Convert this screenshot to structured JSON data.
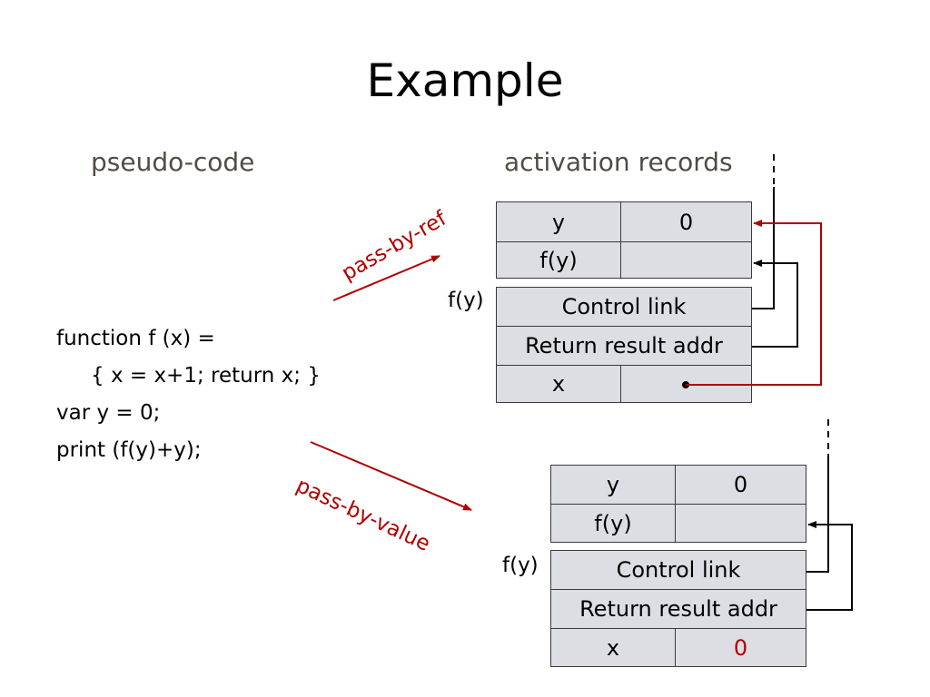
{
  "slide": {
    "title": "Example",
    "left_heading": "pseudo-code",
    "right_heading": "activation records"
  },
  "code": {
    "lines": [
      "function f (x) =",
      "{ x = x+1; return x;  }",
      "var y = 0;",
      "print (f(y)+y);"
    ]
  },
  "labels": {
    "pass_by_ref": "pass-by-ref",
    "pass_by_value": "pass-by-value",
    "frame_label": "f(y)"
  },
  "top_records": {
    "y_name": "y",
    "y_value": "0",
    "fy_name": "f(y)",
    "control_link": "Control link",
    "return_addr": "Return  result addr",
    "x_name": "x"
  },
  "bottom_records": {
    "y_name": "y",
    "y_value": "0",
    "fy_name": "f(y)",
    "control_link": "Control link",
    "return_addr": "Return  result addr",
    "x_name": "x",
    "x_value": "0"
  },
  "colors": {
    "arrow_red": "#b00000",
    "cell_fill": "#dcdee3"
  }
}
